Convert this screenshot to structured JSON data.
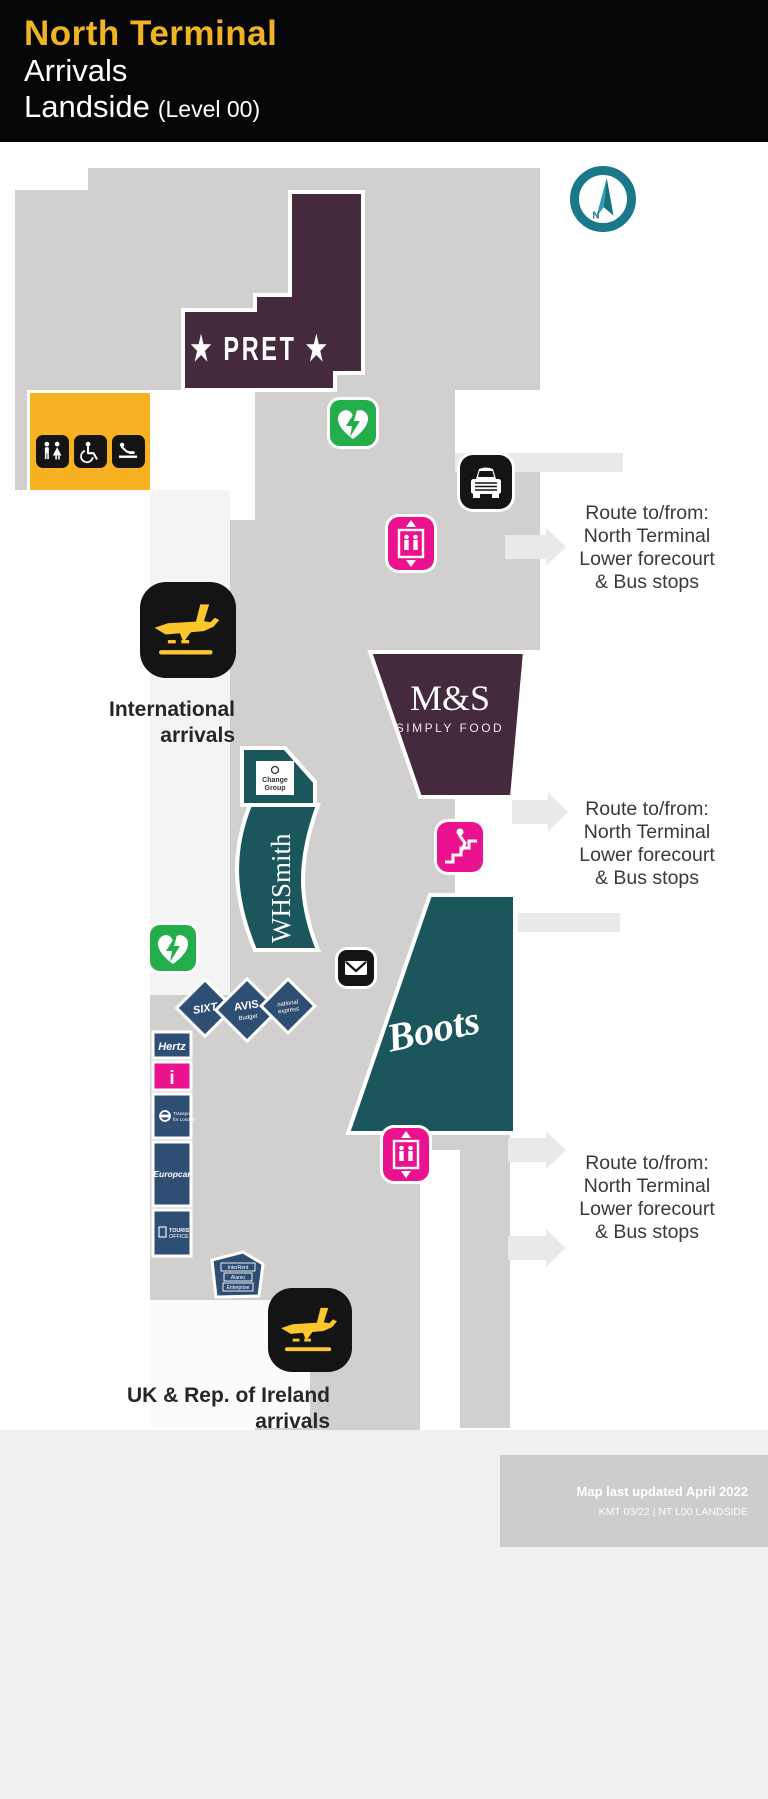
{
  "header": {
    "title": "North Terminal",
    "line2": "Arrivals",
    "line3": "Landside",
    "line3_suffix": "(Level 00)"
  },
  "compass": {
    "label": "N"
  },
  "shops": {
    "pret": "★ PRET ★",
    "ms_name": "M&S",
    "ms_sub": "SIMPLY FOOD",
    "change_group_1": "Change",
    "change_group_2": "Group",
    "whsmith": "WHSmith",
    "boots": "Boots"
  },
  "rentals": {
    "sixt": "SIXT",
    "avis": "AVIS",
    "budget": "Budget",
    "natex_1": "national",
    "natex_2": "express",
    "hertz": "Hertz",
    "info": "i",
    "tfl_1": "Transport",
    "tfl_2": "for London",
    "europcar": "Europcar",
    "tourist_1": "TOURIST",
    "tourist_2": "OFFICE",
    "desk": [
      "InterRent",
      "Alamo",
      "Enterprise"
    ]
  },
  "arrivals_labels": {
    "international_1": "International",
    "international_2": "arrivals",
    "uk_1": "UK & Rep. of Ireland",
    "uk_2": "arrivals"
  },
  "routes": [
    {
      "lines": [
        "Route to/from:",
        "North Terminal",
        "Lower forecourt",
        "& Bus stops"
      ]
    },
    {
      "lines": [
        "Route to/from:",
        "North Terminal",
        "Lower forecourt",
        "& Bus stops"
      ]
    },
    {
      "lines": [
        "Route to/from:",
        "North Terminal",
        "Lower forecourt",
        "& Bus stops"
      ]
    }
  ],
  "footer": {
    "updated": "Map last updated April 2022",
    "code": "KMT 03/22 | NT L00 LANDSIDE"
  },
  "colors": {
    "accent_yellow": "#f0b323",
    "map_gray": "#d2cfcf",
    "shop_purple": "#452a3d",
    "shop_teal": "#1a565c",
    "rental_navy": "#2f4e74",
    "pink": "#ec128f",
    "green": "#23ad4b",
    "facilities_yellow": "#f8b120",
    "compass_teal": "#19798b",
    "plane_yellow": "#fdc72c"
  }
}
